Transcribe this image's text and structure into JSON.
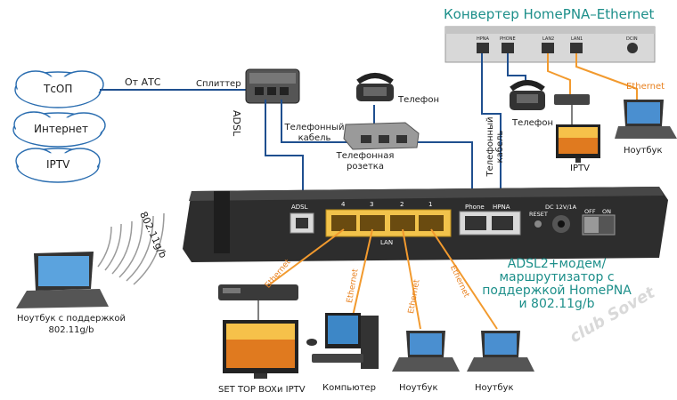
{
  "converter": {
    "title": "Конвертер HomePNA–Ethernet",
    "ports": [
      "HPNA",
      "PHONE",
      "LAN2",
      "LAN1",
      "DCIN"
    ]
  },
  "clouds": [
    "ТсОП",
    "Интернет",
    "IPTV"
  ],
  "labels": {
    "ot_atc": "От АТС",
    "splitter": "Сплиттер",
    "adsl": "ADSL",
    "phone_top": "Телефон",
    "phone_cable_left": "Телефонный кабель",
    "phone_socket": "Телефонная розетка",
    "phone_cable_right": "Телефонный кабель",
    "phone_right": "Телефон",
    "iptv_right": "IPTV",
    "notebook_right": "Ноутбук",
    "ethernet_right": "Ethernet",
    "wifi": "802.11g/b",
    "notebook_left": "Ноутбук с поддержкой 802.11g/b",
    "modem_title": "ADSL2+модем/ маршрутизатор с поддержкой HomePNA и 802.11g/b",
    "stb": "SET TOP BOX",
    "iptv_bottom": "и IPTV",
    "computer": "Компьютер",
    "notebook_b1": "Ноутбук",
    "notebook_b2": "Ноутбук",
    "ethernet_b": "Ethernet",
    "watermark": "club Sovet"
  },
  "modem": {
    "ports": [
      "ADSL",
      "4",
      "3",
      "2",
      "1",
      "Phone",
      "HPNA"
    ],
    "lan_label": "LAN",
    "reset": "RESET",
    "dc": "DC 12V/1A",
    "off": "OFF",
    "on": "ON"
  },
  "colors": {
    "adsl_line": "#1f4f8f",
    "ethernet_line": "#f29a2e",
    "teal_text": "#1d8f8a",
    "modem_body": "#2d2d2d"
  }
}
